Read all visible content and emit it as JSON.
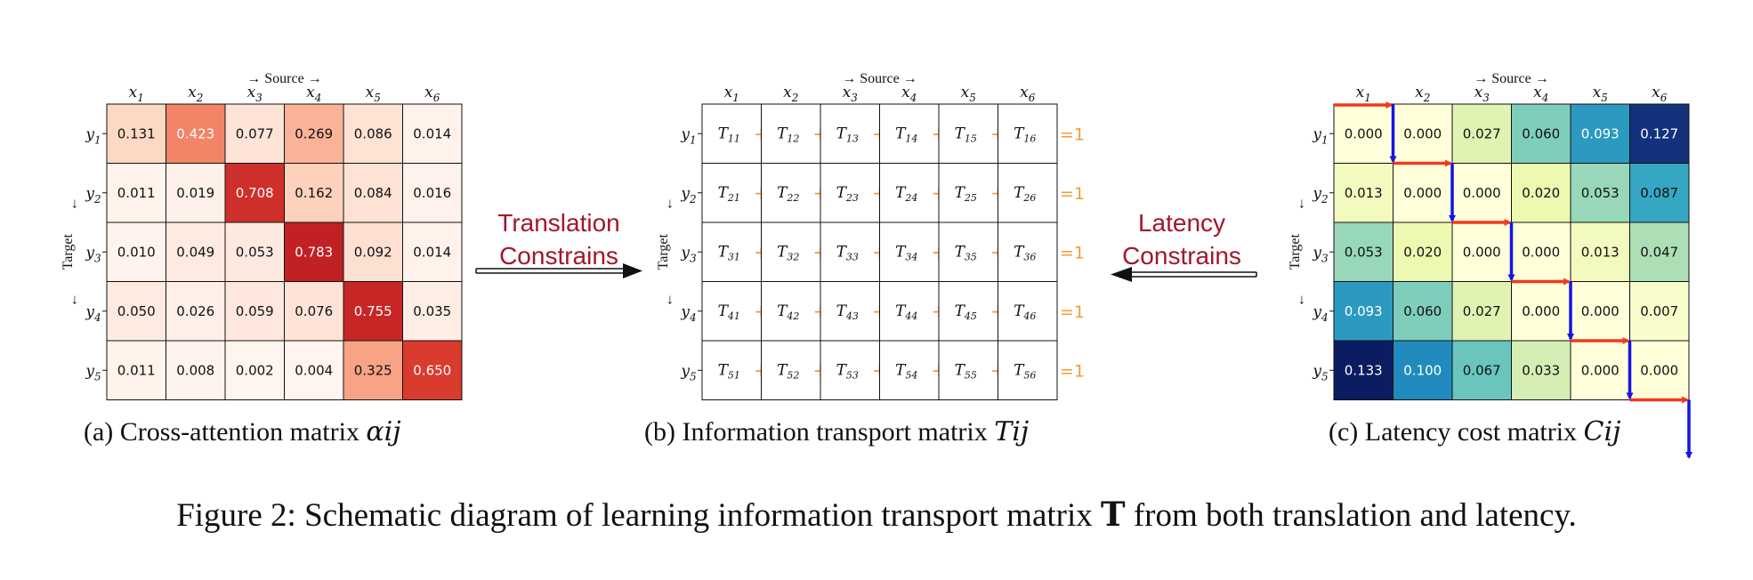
{
  "panels": [
    {
      "key": "a",
      "axis_title_x": "Source",
      "axis_title_y": "Target",
      "col_labels": [
        "x1",
        "x2",
        "x3",
        "x4",
        "x5",
        "x6"
      ],
      "row_labels": [
        "y1",
        "y2",
        "y3",
        "y4",
        "y5"
      ],
      "caption_prefix": "(a) Cross-attention matrix",
      "caption_symbol": "αij",
      "values": [
        [
          "0.131",
          "0.423",
          "0.077",
          "0.269",
          "0.086",
          "0.014"
        ],
        [
          "0.011",
          "0.019",
          "0.708",
          "0.162",
          "0.084",
          "0.016"
        ],
        [
          "0.010",
          "0.049",
          "0.053",
          "0.783",
          "0.092",
          "0.014"
        ],
        [
          "0.050",
          "0.026",
          "0.059",
          "0.076",
          "0.755",
          "0.035"
        ],
        [
          "0.011",
          "0.008",
          "0.002",
          "0.004",
          "0.325",
          "0.650"
        ]
      ]
    },
    {
      "key": "b",
      "axis_title_x": "Source",
      "axis_title_y": "Target",
      "col_labels": [
        "x1",
        "x2",
        "x3",
        "x4",
        "x5",
        "x6"
      ],
      "row_labels": [
        "y1",
        "y2",
        "y3",
        "y4",
        "y5"
      ],
      "caption_prefix": "(b) Information transport matrix",
      "caption_symbol": "Tij",
      "plus_sign": "+",
      "row_sum": "=1",
      "cells": [
        [
          "T11",
          "T12",
          "T13",
          "T14",
          "T15",
          "T16"
        ],
        [
          "T21",
          "T22",
          "T23",
          "T24",
          "T25",
          "T26"
        ],
        [
          "T31",
          "T32",
          "T33",
          "T34",
          "T35",
          "T36"
        ],
        [
          "T41",
          "T42",
          "T43",
          "T44",
          "T45",
          "T46"
        ],
        [
          "T51",
          "T52",
          "T53",
          "T54",
          "T55",
          "T56"
        ]
      ]
    },
    {
      "key": "c",
      "axis_title_x": "Source",
      "axis_title_y": "Target",
      "col_labels": [
        "x1",
        "x2",
        "x3",
        "x4",
        "x5",
        "x6"
      ],
      "row_labels": [
        "y1",
        "y2",
        "y3",
        "y4",
        "y5"
      ],
      "caption_prefix": "(c) Latency cost matrix",
      "caption_symbol": "Cij",
      "values": [
        [
          "0.000",
          "0.000",
          "0.027",
          "0.060",
          "0.093",
          "0.127"
        ],
        [
          "0.013",
          "0.000",
          "0.000",
          "0.020",
          "0.053",
          "0.087"
        ],
        [
          "0.053",
          "0.020",
          "0.000",
          "0.000",
          "0.013",
          "0.047"
        ],
        [
          "0.093",
          "0.060",
          "0.027",
          "0.000",
          "0.000",
          "0.007"
        ],
        [
          "0.133",
          "0.100",
          "0.067",
          "0.033",
          "0.000",
          "0.000"
        ]
      ]
    }
  ],
  "arrows": {
    "left_label_line1": "Translation",
    "left_label_line2": "Constrains",
    "right_label_line1": "Latency",
    "right_label_line2": "Constrains"
  },
  "figure_caption": {
    "prefix": "Figure 2: Schematic diagram of learning information transport matrix",
    "symbol": "T",
    "suffix": "from both translation and latency."
  },
  "colors": {
    "constraint_text": "#a3162b",
    "plus_orange": "#f39c34",
    "path_red": "#f03a1e",
    "path_blue": "#1414e6"
  }
}
